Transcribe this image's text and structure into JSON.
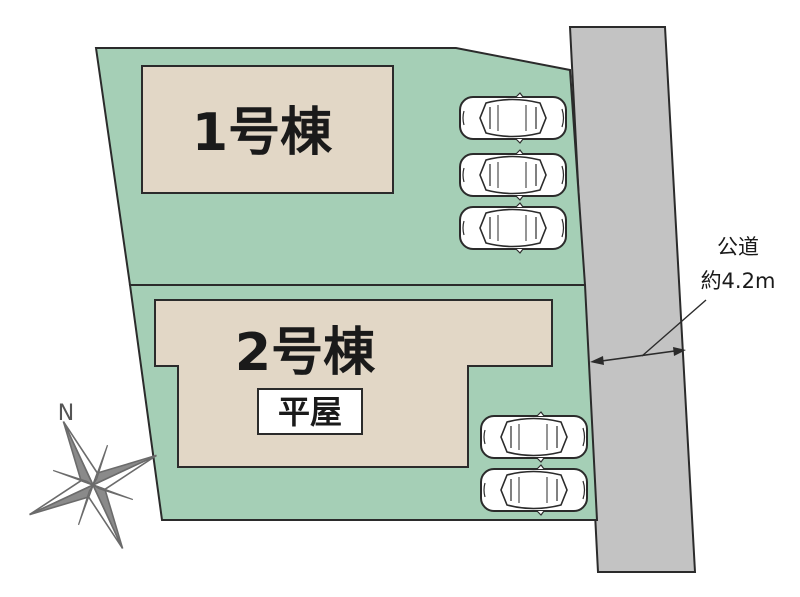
{
  "colors": {
    "lot": "#a5cfb6",
    "building": "#e2d7c6",
    "road": "#c3c3c3",
    "line": "#2b2b2b",
    "car_body": "#ffffff",
    "compass": "#8a8a8a"
  },
  "buildings": [
    {
      "label": "1号棟"
    },
    {
      "label": "2号棟",
      "sub_label": "平屋"
    }
  ],
  "parking": [
    {
      "building": "1号棟",
      "spaces": 3
    },
    {
      "building": "2号棟",
      "spaces": 2
    }
  ],
  "road": {
    "name": "公道",
    "width": "約4.2m"
  },
  "compass": {
    "north_label": "N",
    "north_direction": "up-left"
  },
  "icons": [
    "car-icon",
    "compass-rose-icon",
    "dimension-arrow-icon"
  ]
}
